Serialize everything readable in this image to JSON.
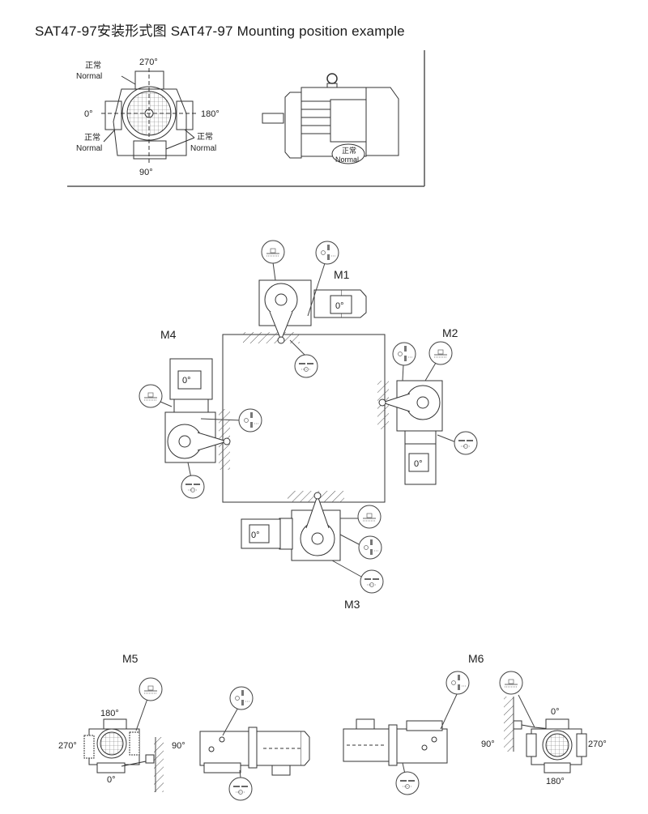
{
  "title": "SAT47-97安装形式图  SAT47-97 Mounting position example",
  "reference": {
    "angles": {
      "top": "270°",
      "left": "0°",
      "right": "180°",
      "bottom": "90°"
    },
    "normal_cn": "正常",
    "normal_en": "Normal"
  },
  "positions": {
    "m1": "M1",
    "m2": "M2",
    "m3": "M3",
    "m4": "M4",
    "m5": "M5",
    "m6": "M6"
  },
  "terminal_box_label": "0°",
  "m5_angles": {
    "top": "180°",
    "left": "270°",
    "right": "90°",
    "bottom": "0°"
  },
  "m6_angles": {
    "top": "0°",
    "left": "90°",
    "right": "270°",
    "bottom": "180°"
  },
  "colors": {
    "line": "#333333",
    "hatch": "#555555",
    "grid": "#777777"
  }
}
